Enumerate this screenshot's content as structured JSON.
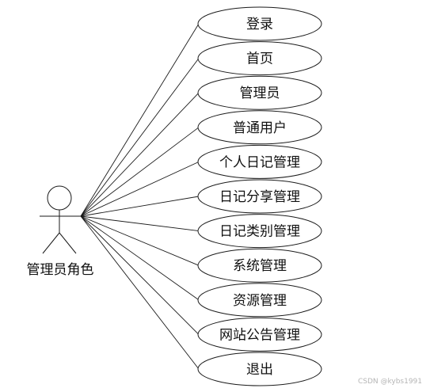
{
  "actor": {
    "label": "管理员角色"
  },
  "use_cases": [
    {
      "label": "登录"
    },
    {
      "label": "首页"
    },
    {
      "label": "管理员"
    },
    {
      "label": "普通用户"
    },
    {
      "label": "个人日记管理"
    },
    {
      "label": "日记分享管理"
    },
    {
      "label": "日记类别管理"
    },
    {
      "label": "系统管理"
    },
    {
      "label": "资源管理"
    },
    {
      "label": "网站公告管理"
    },
    {
      "label": "退出"
    }
  ],
  "watermark": "CSDN @kybs1991",
  "colors": {
    "stroke": "#1a1a1a",
    "background": "#ffffff",
    "watermark": "#b5b5b5"
  }
}
